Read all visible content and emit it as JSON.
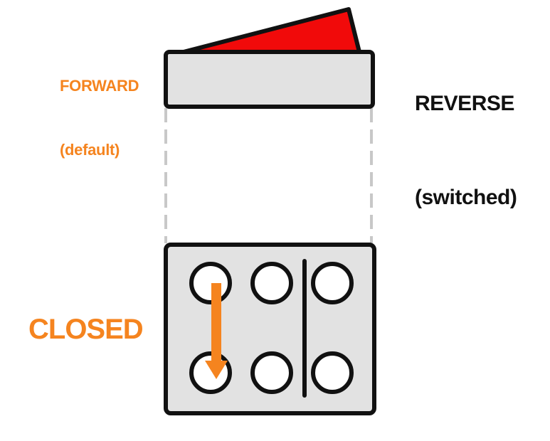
{
  "labels": {
    "forward_line1": "FORWARD",
    "forward_line2": "(default)",
    "reverse_line1": "REVERSE",
    "reverse_line2": "(switched)",
    "closed": "CLOSED"
  },
  "switch_state": "forward",
  "colors": {
    "forward_text": "#f5841f",
    "reverse_text": "#111111",
    "closed_text": "#f5841f",
    "rocker_red": "#f10a0a",
    "housing_fill": "#e2e2e2",
    "outline": "#111111",
    "arrow": "#f5841f",
    "guide_dash": "#c8c8c8"
  }
}
